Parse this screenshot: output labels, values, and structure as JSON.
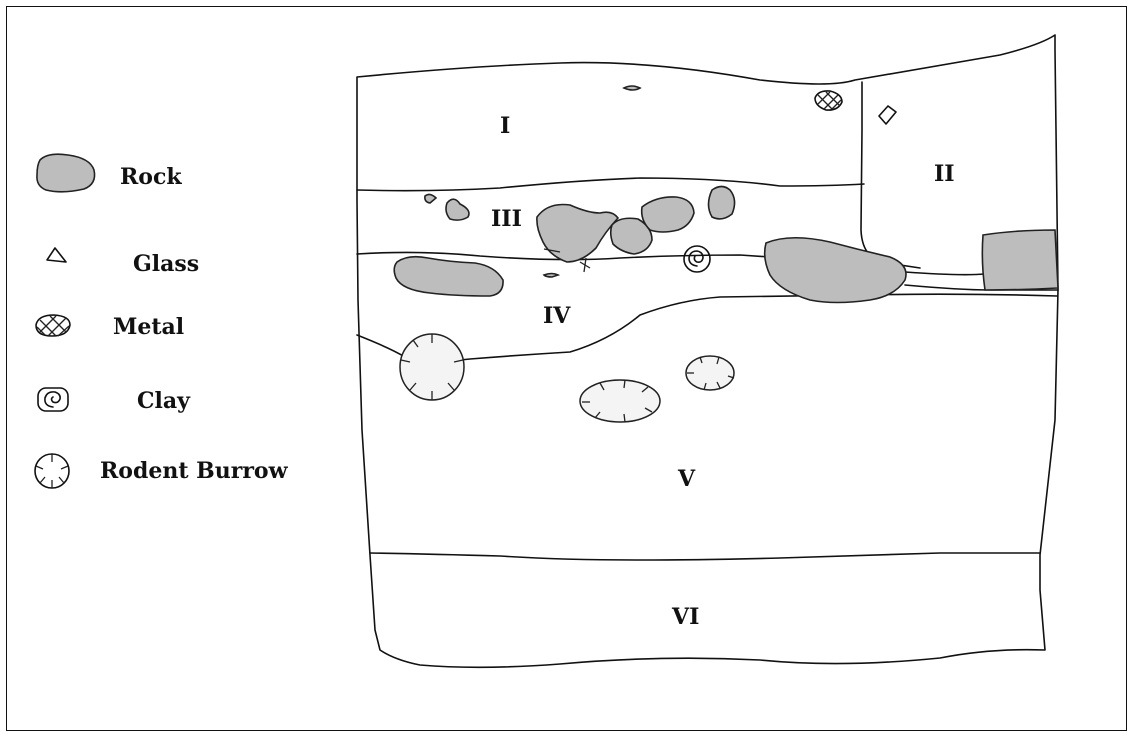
{
  "legend": {
    "items": [
      {
        "label": "Rock",
        "icon": "rock-icon"
      },
      {
        "label": "Glass",
        "icon": "glass-icon"
      },
      {
        "label": "Metal",
        "icon": "metal-icon"
      },
      {
        "label": "Clay",
        "icon": "clay-icon"
      },
      {
        "label": "Rodent Burrow",
        "icon": "rodent-burrow-icon"
      }
    ]
  },
  "layers": {
    "l1": "I",
    "l2": "II",
    "l3": "III",
    "l4": "IV",
    "l5": "V",
    "l6": "VI"
  },
  "colors": {
    "line": "#111111",
    "rock_fill": "#bdbdbd",
    "burrow_fill": "#f4f4f4",
    "background": "#ffffff"
  }
}
